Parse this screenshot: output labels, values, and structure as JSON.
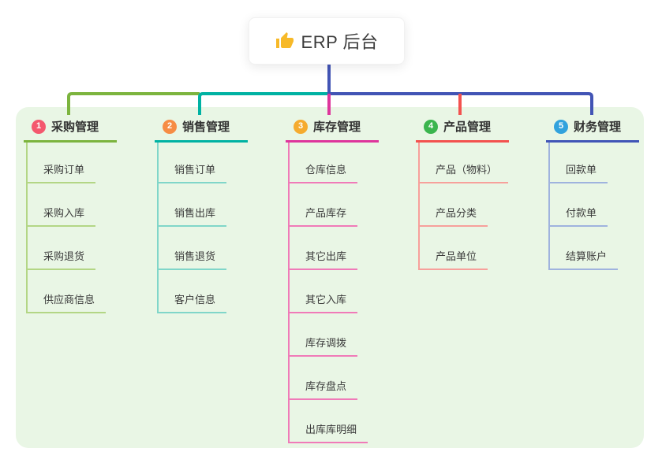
{
  "root": {
    "title": "ERP 后台",
    "icon": "thumbs-up-icon",
    "icon_color": "#f7b928"
  },
  "panel": {
    "background": "#e9f6e5"
  },
  "connector": {
    "root_color": "#4254b5"
  },
  "branches": [
    {
      "badge": "1",
      "label": "采购管理",
      "badge_color": "#f4586e",
      "line_color": "#7cb43e",
      "child_line_color": "#b3d685",
      "children": [
        "采购订单",
        "采购入库",
        "采购退货",
        "供应商信息"
      ]
    },
    {
      "badge": "2",
      "label": "销售管理",
      "badge_color": "#f68c44",
      "line_color": "#00b2a3",
      "child_line_color": "#80d6c9",
      "children": [
        "销售订单",
        "销售出库",
        "销售退货",
        "客户信息"
      ]
    },
    {
      "badge": "3",
      "label": "库存管理",
      "badge_color": "#f5ab2f",
      "line_color": "#de359c",
      "child_line_color": "#f07ab8",
      "children": [
        "仓库信息",
        "产品库存",
        "其它出库",
        "其它入库",
        "库存调拨",
        "库存盘点",
        "出库库明细"
      ]
    },
    {
      "badge": "4",
      "label": "产品管理",
      "badge_color": "#3bb54e",
      "line_color": "#f3524f",
      "child_line_color": "#f7a09b",
      "children": [
        "产品（物料）",
        "产品分类",
        "产品单位"
      ]
    },
    {
      "badge": "5",
      "label": "财务管理",
      "badge_color": "#31a2dd",
      "line_color": "#4155b7",
      "child_line_color": "#9fb3de",
      "children": [
        "回款单",
        "付款单",
        "结算账户"
      ]
    }
  ]
}
